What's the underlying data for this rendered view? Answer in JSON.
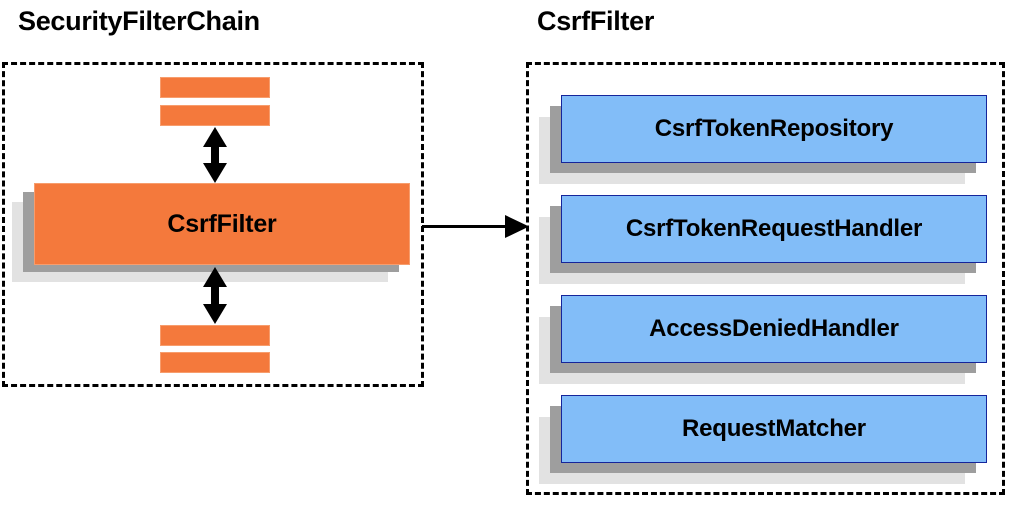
{
  "panels": {
    "left": {
      "title": "SecurityFilterChain",
      "main_block": {
        "label": "CsrfFilter"
      },
      "stub_bars": [
        {
          "name": "filter-stub-top-1"
        },
        {
          "name": "filter-stub-top-2"
        },
        {
          "name": "filter-stub-bottom-1"
        },
        {
          "name": "filter-stub-bottom-2"
        }
      ]
    },
    "right": {
      "title": "CsrfFilter",
      "collaborators": [
        {
          "label": "CsrfTokenRepository"
        },
        {
          "label": "CsrfTokenRequestHandler"
        },
        {
          "label": "AccessDeniedHandler"
        },
        {
          "label": "RequestMatcher"
        }
      ]
    }
  },
  "connectors": {
    "chain_up": {
      "name": "bidirectional-arrow-up",
      "style": "double-headed-vertical"
    },
    "chain_down": {
      "name": "bidirectional-arrow-down",
      "style": "double-headed-vertical"
    },
    "expand_link": {
      "name": "expansion-arrow",
      "style": "single-headed-horizontal"
    }
  },
  "colors": {
    "orange_fill": "#f4793c",
    "orange_border": "#f79d6d",
    "blue_fill": "#82bdf8",
    "blue_border": "#15259b",
    "shadow_dark": "#9e9e9e",
    "shadow_light": "#e2e2e2",
    "outline": "#000000",
    "background": "#ffffff"
  }
}
